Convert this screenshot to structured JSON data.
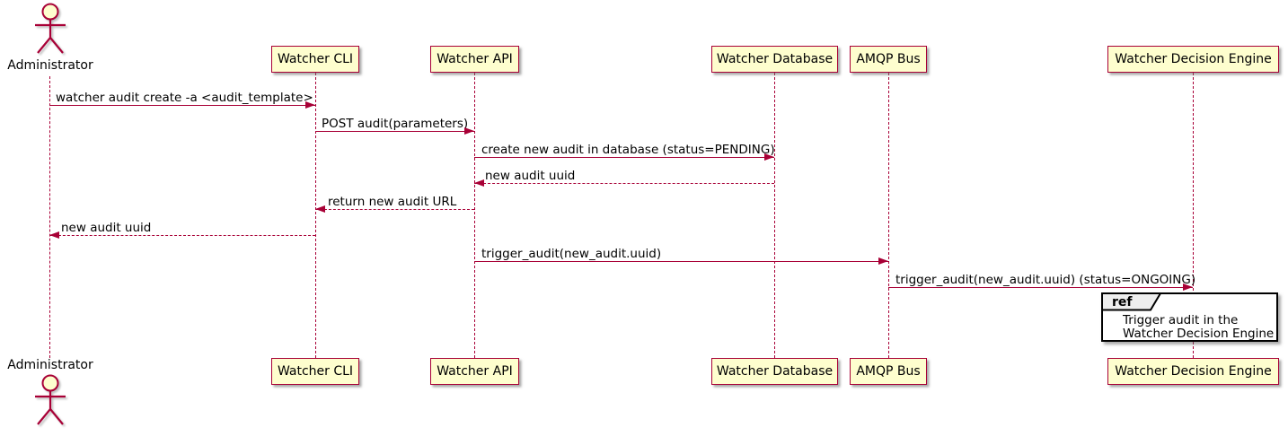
{
  "diagram": {
    "type": "sequence"
  },
  "colors": {
    "background": "#FFFFFF",
    "participant_fill": "#FEFECE",
    "participant_border": "#A80036",
    "arrow_line": "#A80036",
    "text": "#000000",
    "ref_tab_fill": "#EEEEEE",
    "ref_border": "#000000"
  },
  "participants": [
    {
      "label": "Administrator",
      "type": "actor"
    },
    {
      "label": "Watcher CLI",
      "type": "participant"
    },
    {
      "label": "Watcher API",
      "type": "participant"
    },
    {
      "label": "Watcher Database",
      "type": "participant"
    },
    {
      "label": "AMQP Bus",
      "type": "participant"
    },
    {
      "label": "Watcher Decision Engine",
      "type": "participant"
    }
  ],
  "messages": [
    {
      "text": "watcher audit create -a <audit_template>",
      "from": "Administrator",
      "to": "Watcher CLI",
      "style": "solid"
    },
    {
      "text": "POST audit(parameters)",
      "from": "Watcher CLI",
      "to": "Watcher API",
      "style": "solid"
    },
    {
      "text": "create new audit in database (status=PENDING)",
      "from": "Watcher API",
      "to": "Watcher Database",
      "style": "solid"
    },
    {
      "text": "new audit uuid",
      "from": "Watcher Database",
      "to": "Watcher API",
      "style": "dashed"
    },
    {
      "text": "return new audit URL",
      "from": "Watcher API",
      "to": "Watcher CLI",
      "style": "dashed"
    },
    {
      "text": "new audit uuid",
      "from": "Watcher CLI",
      "to": "Administrator",
      "style": "dashed"
    },
    {
      "text": "trigger_audit(new_audit.uuid)",
      "from": "Watcher API",
      "to": "AMQP Bus",
      "style": "solid"
    },
    {
      "text": "trigger_audit(new_audit.uuid) (status=ONGOING)",
      "from": "AMQP Bus",
      "to": "Watcher Decision Engine",
      "style": "solid"
    }
  ],
  "fragment": {
    "keyword": "ref",
    "over": "Watcher Decision Engine",
    "line1": "Trigger audit in the",
    "line2": "Watcher Decision Engine"
  }
}
